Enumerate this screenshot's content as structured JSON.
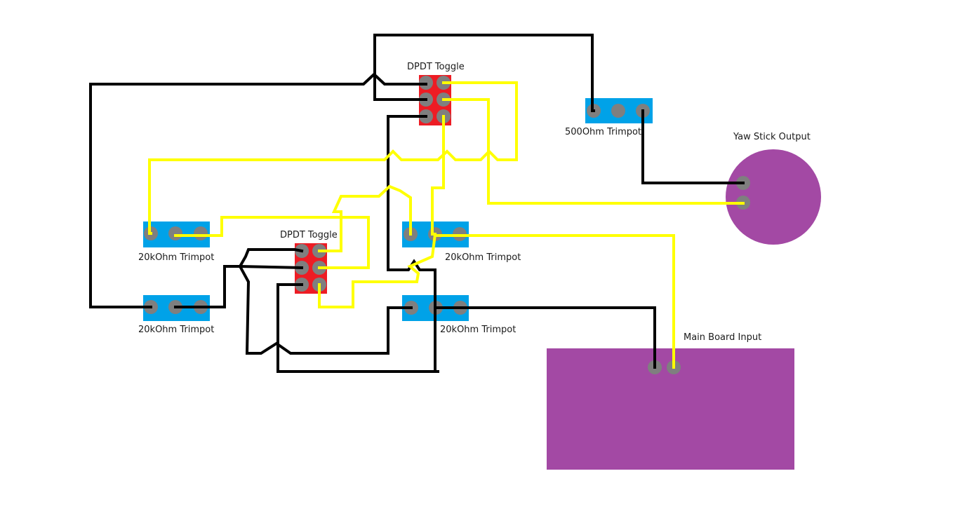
{
  "labels": {
    "dpdt_top": "DPDT Toggle",
    "dpdt_mid": "DPDT Toggle",
    "trim_500": "500Ohm Trimpot",
    "yaw_output": "Yaw Stick Output",
    "trim_left_upper": "20kOhm Trimpot",
    "trim_left_lower": "20kOhm Trimpot",
    "trim_right_upper": "20kOhm Trimpot",
    "trim_right_lower": "20kOhm Trimpot",
    "main_board": "Main Board Input"
  },
  "colors": {
    "trimpot_body": "#00a2e8",
    "toggle_body": "#ed1c24",
    "pin": "#7f7f7f",
    "board": "#a349a4",
    "wire_black": "#000000",
    "wire_yellow": "#ffff00"
  }
}
